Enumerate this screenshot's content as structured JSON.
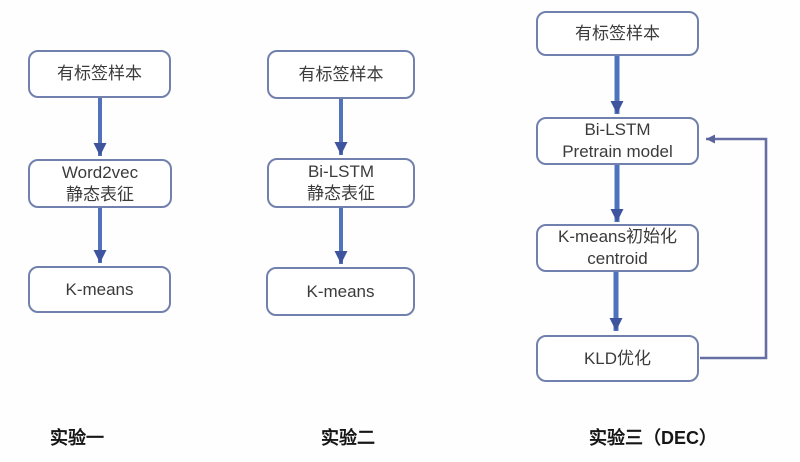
{
  "diagram": {
    "title": "clustering-experiments-flowchart",
    "experiments": [
      {
        "id": "exp1",
        "label": "实验一",
        "nodes": [
          {
            "id": "exp1-labeled-samples",
            "lines": [
              "有标签样本"
            ]
          },
          {
            "id": "exp1-word2vec-static",
            "lines": [
              "Word2vec",
              "静态表征"
            ]
          },
          {
            "id": "exp1-kmeans",
            "lines": [
              "K-means"
            ]
          }
        ]
      },
      {
        "id": "exp2",
        "label": "实验二",
        "nodes": [
          {
            "id": "exp2-labeled-samples",
            "lines": [
              "有标签样本"
            ]
          },
          {
            "id": "exp2-bilstm-static",
            "lines": [
              "Bi-LSTM",
              "静态表征"
            ]
          },
          {
            "id": "exp2-kmeans",
            "lines": [
              "K-means"
            ]
          }
        ]
      },
      {
        "id": "exp3",
        "label": "实验三（DEC）",
        "nodes": [
          {
            "id": "exp3-labeled-samples",
            "lines": [
              "有标签样本"
            ]
          },
          {
            "id": "exp3-bilstm-pretrain",
            "lines": [
              "Bi-LSTM",
              "Pretrain model"
            ]
          },
          {
            "id": "exp3-kmeans-init",
            "lines": [
              "K-means初始化",
              "centroid"
            ]
          },
          {
            "id": "exp3-kld",
            "lines": [
              "KLD优化"
            ]
          }
        ]
      }
    ],
    "edges": [
      {
        "from": "exp1-labeled-samples",
        "to": "exp1-word2vec-static",
        "type": "arrow"
      },
      {
        "from": "exp1-word2vec-static",
        "to": "exp1-kmeans",
        "type": "arrow"
      },
      {
        "from": "exp2-labeled-samples",
        "to": "exp2-bilstm-static",
        "type": "arrow"
      },
      {
        "from": "exp2-bilstm-static",
        "to": "exp2-kmeans",
        "type": "arrow"
      },
      {
        "from": "exp3-labeled-samples",
        "to": "exp3-bilstm-pretrain",
        "type": "arrow"
      },
      {
        "from": "exp3-bilstm-pretrain",
        "to": "exp3-kmeans-init",
        "type": "arrow"
      },
      {
        "from": "exp3-kmeans-init",
        "to": "exp3-kld",
        "type": "arrow"
      },
      {
        "from": "exp3-kld",
        "to": "exp3-bilstm-pretrain",
        "type": "feedback-loop"
      }
    ],
    "colors": {
      "arrow_blue": "#5273bb",
      "arrowhead_blue": "#3e549e",
      "loop_blue": "#666fa5",
      "box_border": "#7280ae",
      "box_fill": "#ffffff",
      "box_text": "#3b3b3b",
      "label_text": "#161616",
      "background": "#fefefe"
    }
  }
}
